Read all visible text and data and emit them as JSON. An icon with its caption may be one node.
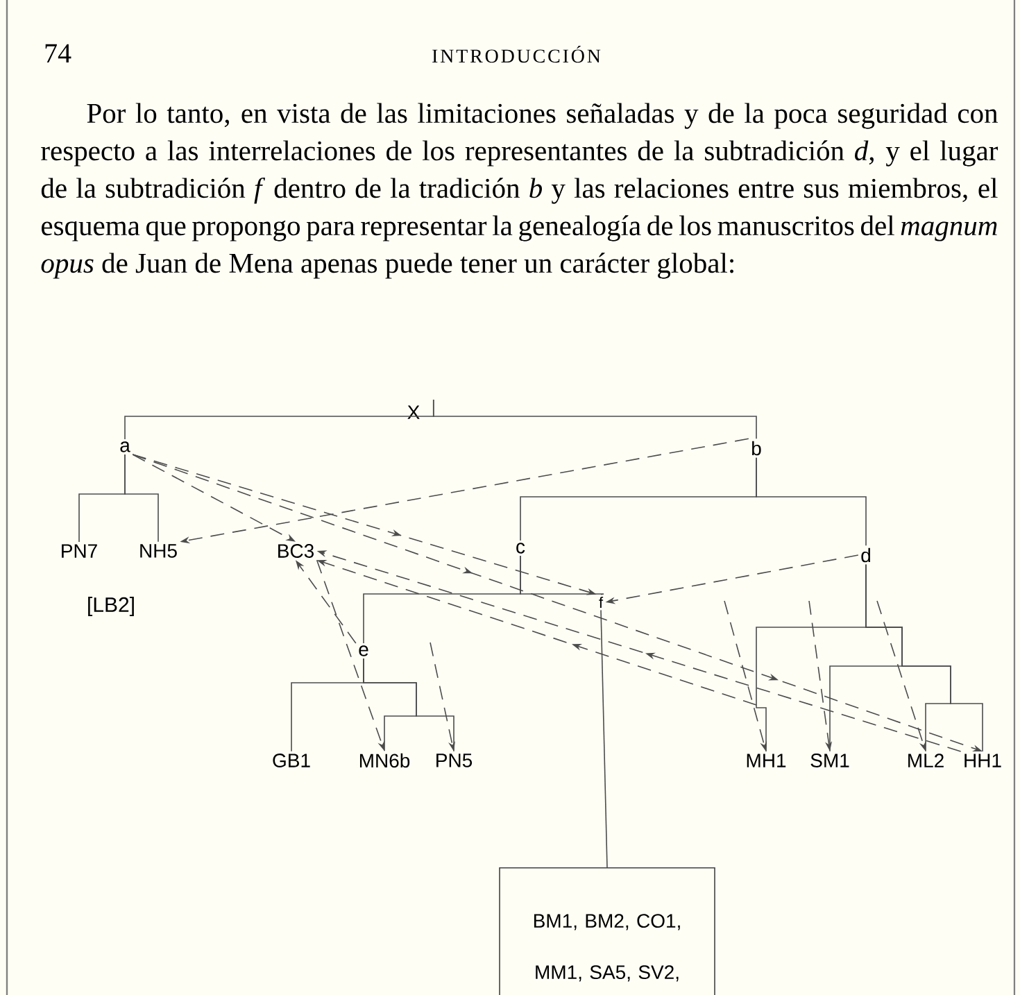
{
  "diagram": {
    "nodes": [
      {
        "text": [
          "X"
        ]
      },
      {
        "text": [
          "a"
        ]
      },
      {
        "text": [
          "b"
        ]
      },
      {
        "text": [
          "PN7"
        ]
      },
      {
        "text": [
          "NH5"
        ]
      },
      {
        "text": [
          "BC3"
        ]
      },
      {
        "text": [
          "c"
        ]
      },
      {
        "text": [
          "d"
        ]
      },
      {
        "text": [
          "f"
        ]
      },
      {
        "text": [
          "e"
        ]
      },
      {
        "text": [
          "GB1"
        ]
      },
      {
        "text": [
          "MN6b"
        ]
      },
      {
        "text": [
          "PN5"
        ]
      },
      {
        "text": [
          "MH1"
        ]
      },
      {
        "text": [
          "SM1"
        ]
      },
      {
        "text": [
          "ML2"
        ]
      },
      {
        "text": [
          "HH1"
        ]
      },
      {
        "text": [
          "BM1, BM2, CO1, MM1, SA5, SV2,"
        ]
      }
    ],
    "edges": [
      {
        "from": 0,
        "to": 1,
        "arrow": "none"
      },
      {
        "from": 0,
        "to": 2,
        "arrow": "none"
      },
      {
        "from": 1,
        "to": 3,
        "arrow": "none"
      },
      {
        "from": 1,
        "to": 4,
        "arrow": "none"
      },
      {
        "from": 2,
        "to": 6,
        "arrow": "none"
      },
      {
        "from": 2,
        "to": 7,
        "arrow": "none"
      },
      {
        "from": 6,
        "to": 9,
        "arrow": "none"
      },
      {
        "from": 6,
        "to": 8,
        "arrow": "none"
      },
      {
        "from": 9,
        "to": 10,
        "arrow": "none"
      },
      {
        "from": 9,
        "to": 11,
        "arrow": "none"
      },
      {
        "from": 9,
        "to": 12,
        "arrow": "none"
      },
      {
        "from": 7,
        "to": 13,
        "arrow": "none"
      },
      {
        "from": 7,
        "to": 14,
        "arrow": "none"
      },
      {
        "from": 7,
        "to": 15,
        "arrow": "none"
      },
      {
        "from": 7,
        "to": 16,
        "arrow": "none"
      },
      {
        "from": 8,
        "to": 17,
        "arrow": "none"
      },
      {
        "from": 2,
        "to": 4,
        "arrow": "to",
        "style": "dashed"
      },
      {
        "from": 1,
        "to": 5,
        "arrow": "to",
        "style": "dashed"
      },
      {
        "from": 1,
        "to": 8,
        "arrow": "to",
        "style": "dashed"
      },
      {
        "from": 1,
        "to": 16,
        "arrow": "to",
        "style": "dashed"
      },
      {
        "from": 7,
        "to": 8,
        "arrow": "to",
        "style": "dashed"
      },
      {
        "from": 9,
        "to": 5,
        "arrow": "to",
        "style": "dashed"
      },
      {
        "from": 5,
        "to": 11,
        "arrow": "to",
        "style": "dashed"
      },
      {
        "from": null,
        "to": 12,
        "arrow": "to",
        "style": "dashed"
      },
      {
        "from": null,
        "to": 13,
        "arrow": "to",
        "style": "dashed"
      },
      {
        "from": null,
        "to": 14,
        "arrow": "to",
        "style": "dashed"
      },
      {
        "from": null,
        "to": 15,
        "arrow": "to",
        "style": "dashed"
      },
      {
        "from": null,
        "to": 5,
        "arrow": "to",
        "style": "dashed"
      },
      {
        "from": 16,
        "to": 5,
        "arrow": "to",
        "style": "dashed"
      }
    ],
    "labels": [
      "74",
      "INTRODUCCIÓN",
      "Por lo tanto, en vista de las limitaciones señaladas y de la poca seguridad con respecto a las interrelaciones de los representantes de la subtradición *d*, y el lugar de la subtradición *f* dentro de la tradición *b* y las relaciones entre sus miembros, el esquema que propongo para representar la genealogía de los manuscritos del *magnum opus* de Juan de Mena apenas puede tener un carácter global:",
      "[LB2]"
    ]
  }
}
